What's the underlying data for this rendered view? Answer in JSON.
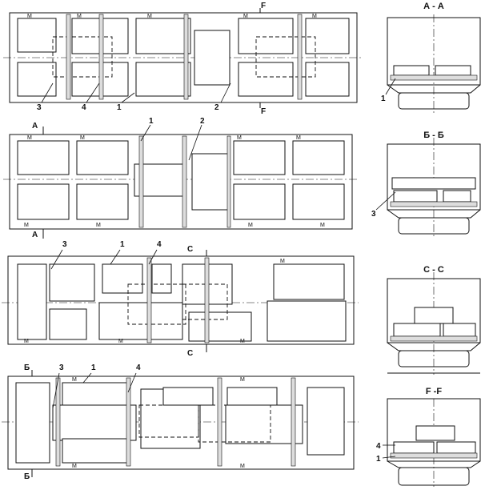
{
  "marker_letter": "M",
  "views": [
    {
      "labels": [
        "3",
        "4",
        "1",
        "2"
      ],
      "sections": [
        "F",
        "F"
      ]
    },
    {
      "labels": [
        "1",
        "2"
      ],
      "sections": [
        "A",
        "A"
      ]
    },
    {
      "labels": [
        "3",
        "1",
        "4"
      ],
      "sections": [
        "C",
        "C"
      ]
    },
    {
      "labels": [
        "3",
        "1",
        "4"
      ],
      "sections": [
        "Б",
        "Б"
      ]
    }
  ],
  "side_views": [
    {
      "title": "А - А",
      "labels": [
        "1"
      ]
    },
    {
      "title": "Б - Б",
      "labels": [
        "3"
      ]
    },
    {
      "title": "С - С",
      "labels": []
    },
    {
      "title": "F -F",
      "labels": [
        "4",
        "1"
      ]
    }
  ]
}
